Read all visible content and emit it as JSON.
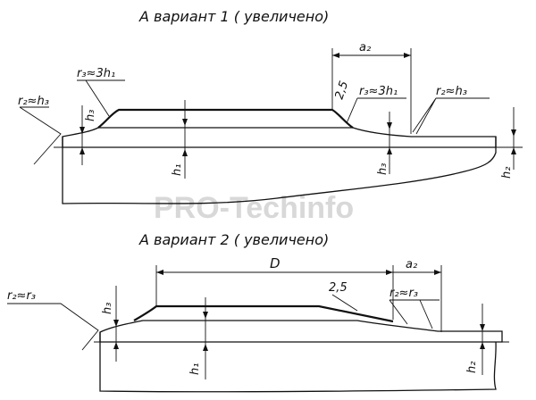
{
  "drawing": {
    "variant1": {
      "title": "А вариант 1 ( увеличено)",
      "labels": {
        "a2": "a₂",
        "r3_left": "r₃≈3h₁",
        "r2_left": "r₂≈h₃",
        "h3_left": "h₃",
        "h1": "h₁",
        "angle": "2,5",
        "r3_right": "r₃≈3h₁",
        "r2_right": "r₂≈h₃",
        "h3_right": "h₃",
        "h2": "h₂"
      }
    },
    "variant2": {
      "title": "А вариант 2 ( увеличено)",
      "labels": {
        "D": "D",
        "a2": "a₂",
        "r2_left": "r₂≈r₃",
        "h3": "h₃",
        "h1": "h₁",
        "angle": "2,5",
        "r2_right": "r₂≈r₃",
        "h2": "h₂"
      }
    },
    "watermark": "PRO-Techinfo"
  }
}
